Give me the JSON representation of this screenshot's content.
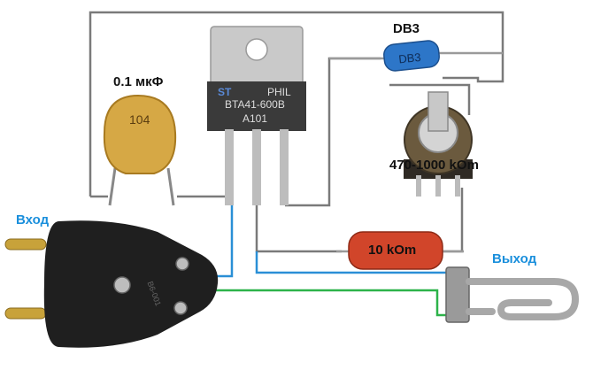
{
  "labels": {
    "capacitor_value": "0.1 мкФ",
    "diac_name": "DB3",
    "pot_value": "470-1000 kOm",
    "resistor_value": "10 kOm",
    "input": "Вход",
    "output": "Выход"
  },
  "component_markings": {
    "capacitor_code": "104",
    "diac_body": "DB3",
    "triac_brand": "PHIL",
    "triac_part": "BTA41-600B",
    "triac_code": "A101",
    "plug_text": "B6-001"
  },
  "colors": {
    "wire_gray": "#7a7a7a",
    "wire_blue": "#2a8fd6",
    "wire_green": "#2db34a",
    "label_blue": "#1a8fdc",
    "capacitor": "#d6a845",
    "diac": "#2d76c8",
    "resistor": "#d1452a",
    "triac_tab": "#c9c9c9",
    "triac_body": "#3a3a3a"
  },
  "icons": [
    "capacitor-icon",
    "triac-icon",
    "diac-icon",
    "potentiometer-icon",
    "resistor-icon",
    "plug-icon",
    "heating-element-icon"
  ]
}
